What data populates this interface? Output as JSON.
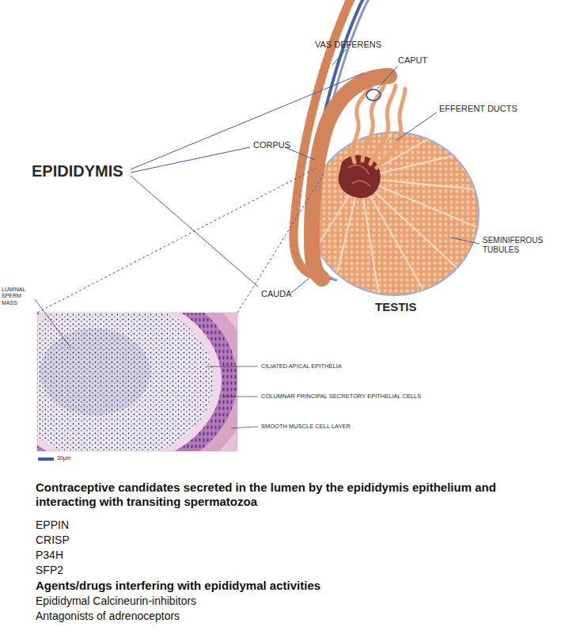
{
  "diagram": {
    "labels": [
      "VAS DEFERENS",
      "CAPUT",
      "EFFERENT DUCTS",
      "CORPUS",
      "EPIDIDYMIS",
      "SEMINIFEROUS TUBULES",
      "CAUDA",
      "TESTIS",
      "LUMINAL SPERM MASS",
      "CILIATED APICAL EPITHELIA",
      "COLUMNAR PRINCIPAL SECRETORY EPITHELIAL CELLS",
      "SMOOTH MUSCLE CELL LAYER",
      "30μm",
      "Contraceptive candidates secreted in the lumen by the epididymis epithelium and interacting with transiting spermatozoa",
      "EPPIN",
      "CRISP",
      "P34H",
      "SFP2",
      "Agents/drugs interfering with epididymal activities",
      "Epididymal Calcineurin-inhibitors",
      "Antagonists of adrenoceptors"
    ]
  }
}
